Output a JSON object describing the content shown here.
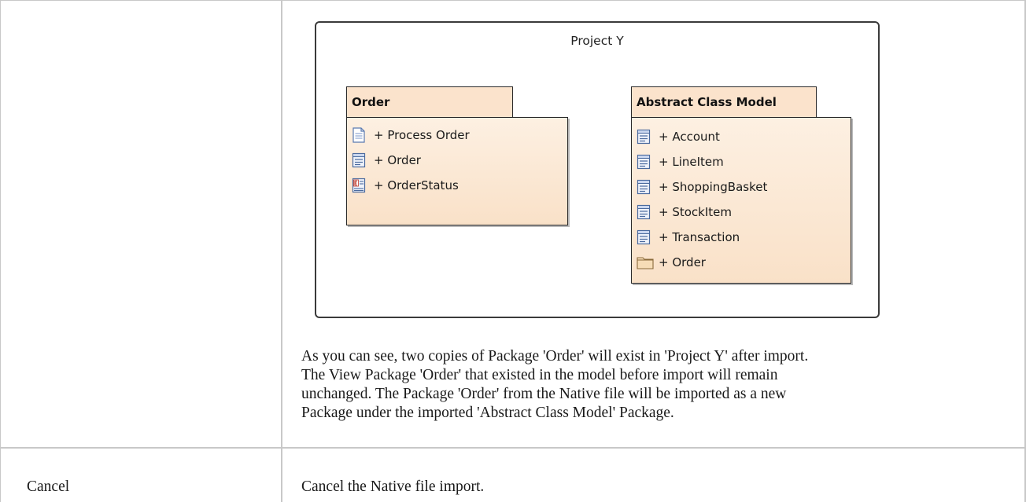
{
  "diagram": {
    "title": "Project Y",
    "packages": [
      {
        "name": "Order",
        "items": [
          {
            "icon": "document-icon",
            "label": "+ Process Order"
          },
          {
            "icon": "class-icon",
            "label": "+ Order"
          },
          {
            "icon": "enumeration-icon",
            "label": "+ OrderStatus"
          }
        ]
      },
      {
        "name": "Abstract Class Model",
        "items": [
          {
            "icon": "class-icon",
            "label": "+ Account"
          },
          {
            "icon": "class-icon",
            "label": "+ LineItem"
          },
          {
            "icon": "class-icon",
            "label": "+ ShoppingBasket"
          },
          {
            "icon": "class-icon",
            "label": "+ StockItem"
          },
          {
            "icon": "class-icon",
            "label": "+ Transaction"
          },
          {
            "icon": "folder-icon",
            "label": "+ Order"
          }
        ]
      }
    ]
  },
  "description_lines": [
    "As you can see, two copies of Package 'Order' will exist in 'Project Y' after import.",
    "The View Package 'Order' that existed in the model before import will remain",
    "unchanged. The Package 'Order' from the Native file will be imported as a new",
    "Package under the imported 'Abstract Class Model' Package."
  ],
  "rows": [
    {
      "option": "Cancel",
      "action": "Cancel the Native file import."
    }
  ]
}
